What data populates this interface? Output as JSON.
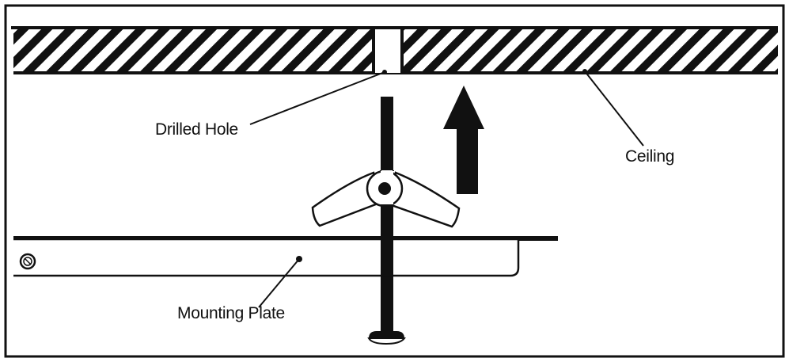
{
  "labels": {
    "drilled_hole": "Drilled Hole",
    "ceiling": "Ceiling",
    "mounting_plate": "Mounting Plate"
  },
  "colors": {
    "ink": "#111111",
    "background": "#ffffff"
  }
}
